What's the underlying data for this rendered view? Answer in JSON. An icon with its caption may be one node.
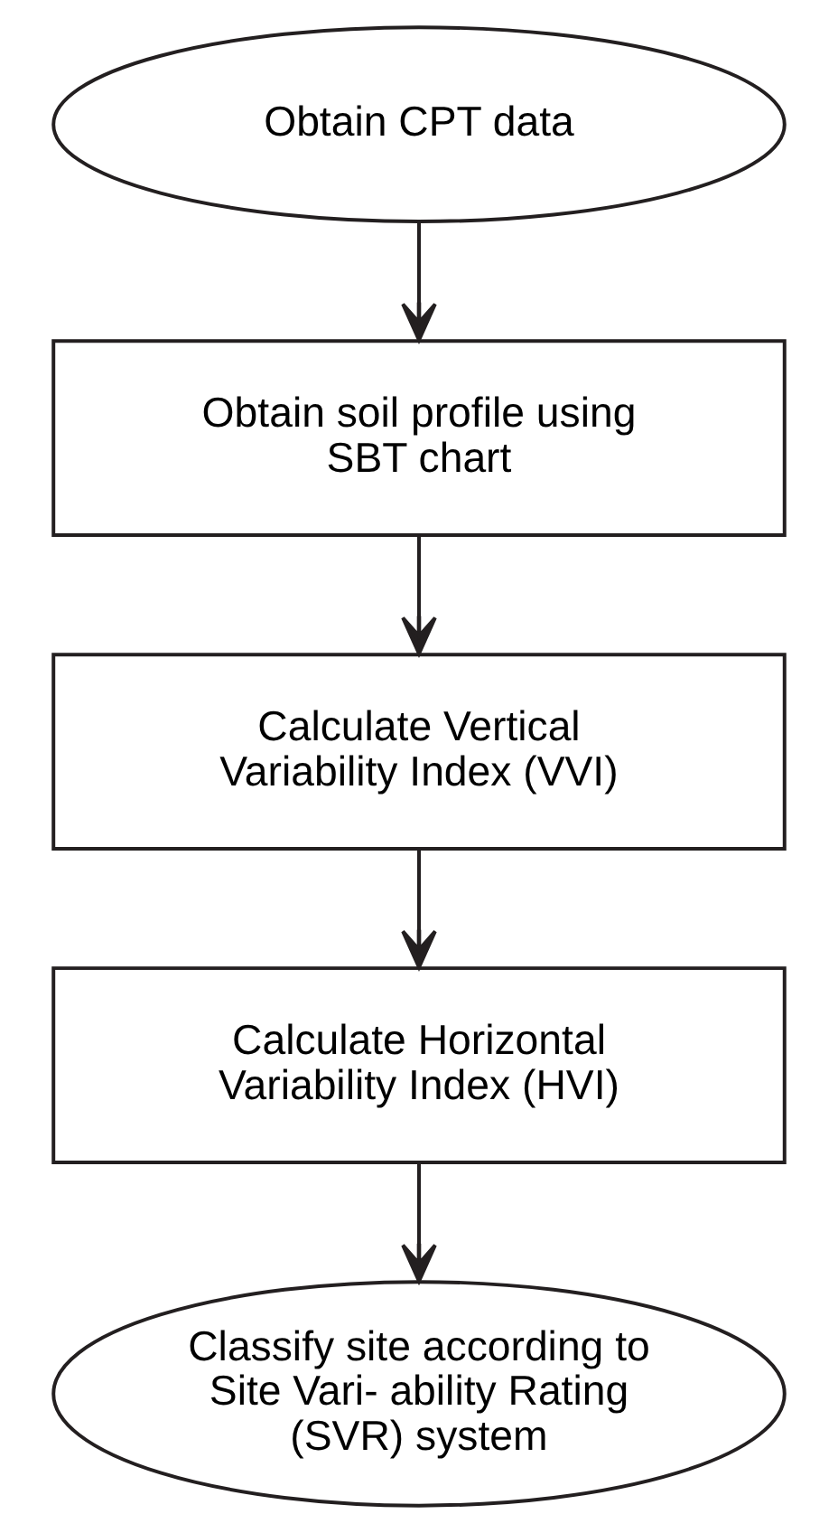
{
  "diagram": {
    "nodes": [
      {
        "text": [
          "Obtain CPT data"
        ]
      },
      {
        "text": [
          "Obtain soil profile using SBT chart"
        ]
      },
      {
        "text": [
          "Calculate Vertical Variability Index (VVI)"
        ]
      },
      {
        "text": [
          "Calculate Horizontal Variability Index (HVI)"
        ]
      },
      {
        "text": [
          "Classify site according to Site Vari- ability Rating (SVR) system"
        ]
      }
    ],
    "edges": [
      {
        "from": 0,
        "to": 1,
        "arrow": "to"
      },
      {
        "from": 1,
        "to": 2,
        "arrow": "to"
      },
      {
        "from": 2,
        "to": 3,
        "arrow": "to"
      },
      {
        "from": 3,
        "to": 4,
        "arrow": "to"
      }
    ]
  }
}
